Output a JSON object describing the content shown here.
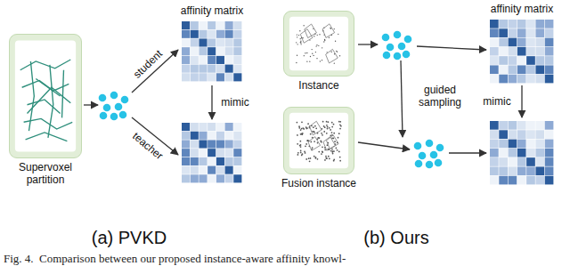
{
  "diagram": {
    "caption": "Fig. 4.  Comparison between our proposed instance-aware affinity knowl-",
    "nodes": [
      {
        "text": [
          "Supervoxel partition"
        ]
      },
      {
        "text": [
          "Instance"
        ]
      },
      {
        "text": [
          "Fusion instance"
        ]
      }
    ],
    "labels": [
      "affinity matrix",
      "student",
      "teacher",
      "mimic",
      "(a) PVKD",
      "affinity matrix",
      "guided sampling",
      "mimic",
      "(b) Ours"
    ]
  }
}
